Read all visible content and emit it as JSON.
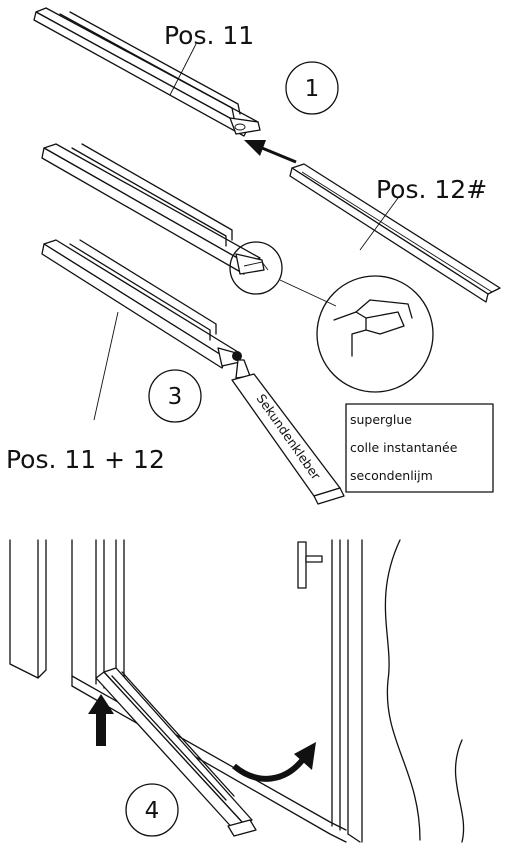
{
  "labels": {
    "pos11": "Pos. 11",
    "pos12": "Pos. 12#",
    "pos11_12": "Pos. 11 + 12",
    "tube_text": "Sekundenkleber"
  },
  "steps": [
    "1",
    "3",
    "4"
  ],
  "glue_box": {
    "lines": [
      "superglue",
      "colle instantanée",
      "secondenlijm"
    ]
  }
}
